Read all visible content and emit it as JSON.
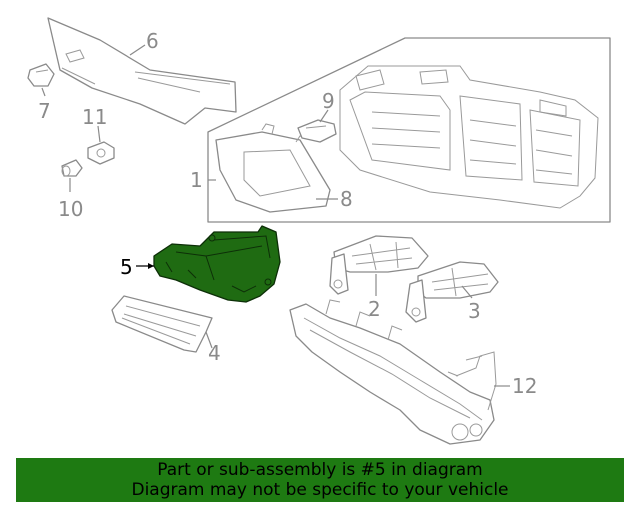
{
  "diagram": {
    "callouts": {
      "c1": "1",
      "c2": "2",
      "c3": "3",
      "c4": "4",
      "c5": "5",
      "c6": "6",
      "c7": "7",
      "c8": "8",
      "c9": "9",
      "c10": "10",
      "c11": "11",
      "c12": "12"
    },
    "highlighted_part": "5",
    "highlight_color": "#1f6b12"
  },
  "banner": {
    "line1": "Part or sub-assembly is #5 in diagram",
    "line2": "Diagram may not be specific to your vehicle",
    "background": "#1e7a12"
  }
}
